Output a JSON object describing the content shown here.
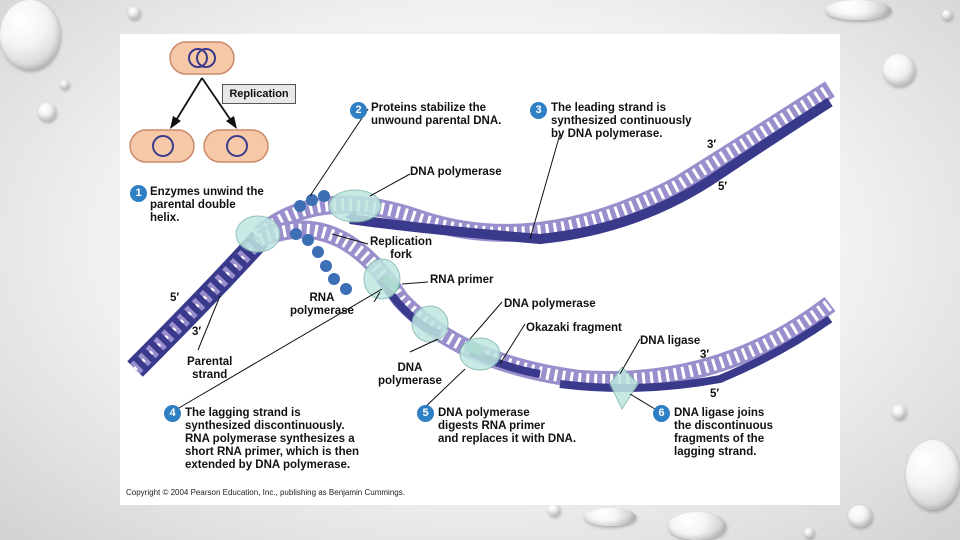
{
  "labels": {
    "replication": "Replication",
    "step1": "Enzymes unwind the\nparental double\nhelix.",
    "step2": "Proteins stabilize the\nunwound parental DNA.",
    "step3": "The leading strand is\nsynthesized continuously\nby DNA polymerase.",
    "step4": "The lagging strand is\nsynthesized discontinuously.\nRNA polymerase synthesizes a\nshort RNA primer, which is then\nextended by DNA polymerase.",
    "step5": "DNA polymerase\ndigests RNA primer\nand replaces it with DNA.",
    "step6": "DNA ligase joins\nthe discontinuous\nfragments of the\nlagging strand.",
    "dna_polymerase_top": "DNA polymerase",
    "replication_fork": "Replication\nfork",
    "rna_primer": "RNA primer",
    "rna_polymerase": "RNA\npolymerase",
    "dna_polymerase_mid": "DNA polymerase",
    "okazaki_fragment": "Okazaki fragment",
    "dna_ligase": "DNA ligase",
    "dna_polymerase_bottom": "DNA\npolymerase",
    "parental_strand": "Parental\nstrand",
    "prime_3_top": "3′",
    "prime_5_top": "5′",
    "prime_5_left": "5′",
    "prime_3_left": "3′",
    "prime_3_bottom": "3′",
    "prime_5_bottom": "5′"
  },
  "step_numbers": [
    "1",
    "2",
    "3",
    "4",
    "5",
    "6"
  ],
  "copyright": "Copyright © 2004 Pearson Education, Inc., publishing as Benjamin Cummings.",
  "colors": {
    "badge": "#2f7fc4",
    "strand_dark": "#3a3a8c",
    "strand_light": "#9a8fcc",
    "enzyme": "#bfe6e0",
    "primer": "#3f9c7c",
    "protein": "#3d6fb5"
  }
}
